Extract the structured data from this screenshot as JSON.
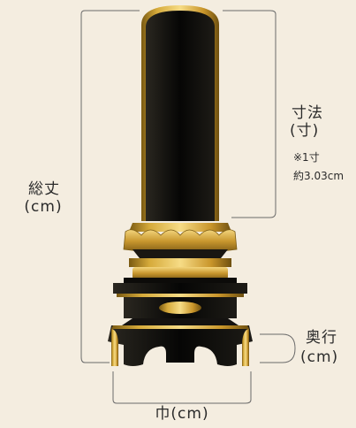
{
  "labels": {
    "total_height": "総丈",
    "total_height_unit": "(cm)",
    "size": "寸法",
    "size_unit": "(寸)",
    "note_line1": "※1寸",
    "note_line2": "約3.03cm",
    "depth": "奥行",
    "depth_unit": "(cm)",
    "width": "巾(cm)"
  },
  "colors": {
    "background": "#f4ede0",
    "lacquer": "#0a0a08",
    "gold": "#c89a2c",
    "gold_light": "#f1d27a",
    "line": "#6a6a6a"
  }
}
